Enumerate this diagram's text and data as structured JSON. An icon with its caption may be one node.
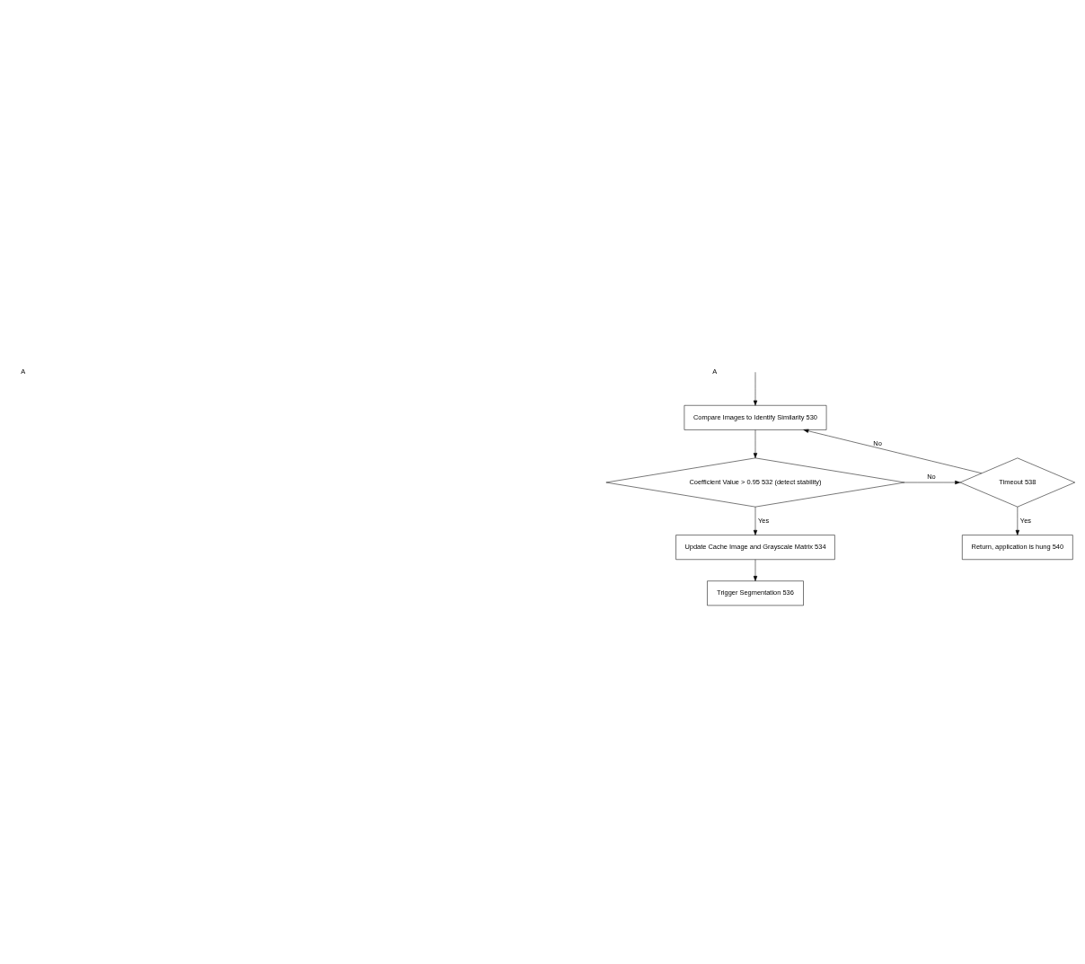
{
  "diagram": {
    "nodes": [
      {
        "text": [
          "Compare Images to Identify Similarity 530"
        ]
      },
      {
        "text": [
          "Coefficient Value > 0.95 532 (detect stability)"
        ]
      },
      {
        "text": [
          "Timeout 538"
        ]
      },
      {
        "text": [
          "Return, application is hung 540"
        ]
      },
      {
        "text": [
          "Update Cache Image and Grayscale Matrix 534"
        ]
      },
      {
        "text": [
          "Trigger Segmentation 536"
        ]
      }
    ],
    "edges": [
      {
        "from": null,
        "to": 0,
        "arrow": "to"
      },
      {
        "from": 0,
        "to": 1,
        "arrow": "to"
      },
      {
        "from": 1,
        "to": 2,
        "label": "No",
        "arrow": "to"
      },
      {
        "from": 2,
        "to": 0,
        "label": "No",
        "arrow": "to"
      },
      {
        "from": 2,
        "to": 3,
        "label": "Yes",
        "arrow": "to"
      },
      {
        "from": 1,
        "to": 4,
        "label": "Yes",
        "arrow": "to"
      },
      {
        "from": 4,
        "to": 5,
        "arrow": "to"
      }
    ],
    "labels": [
      "A",
      "A"
    ]
  }
}
